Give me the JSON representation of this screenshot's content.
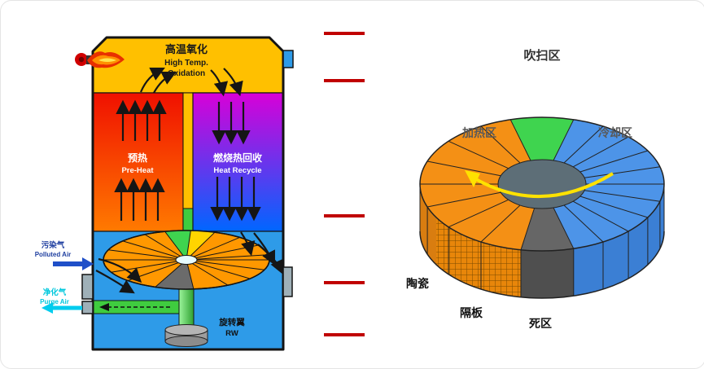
{
  "left_diagram": {
    "oxidation": {
      "cn": "高温氧化",
      "en1": "High Temp.",
      "en2": "Oxidation"
    },
    "preheat": {
      "cn": "预热",
      "en": "Pre-Heat"
    },
    "recycle": {
      "cn": "燃烧热回收",
      "en": "Heat Recycle"
    },
    "rotor": {
      "cn": "旋转翼",
      "en": "RW"
    },
    "inlet": {
      "cn": "污染气",
      "en": "Polluted Air"
    },
    "outlet": {
      "cn": "净化气",
      "en": "Purge Air"
    }
  },
  "right_diagram": {
    "purge_zone": "吹扫区",
    "heating_zone": "加热区",
    "cooling_zone": "冷却区",
    "ceramic": "陶瓷",
    "partition": "隔板",
    "dead_zone": "死区"
  },
  "colors": {
    "oxidation_yellow": "#FFC000",
    "preheat_red_top": "#F01000",
    "preheat_orange_bottom": "#FF7A00",
    "recycle_purple_top": "#D800D8",
    "recycle_blue_bottom": "#0066FF",
    "chamber_blue": "#2E9BE8",
    "rotor_orange": "#FF9800",
    "purge_green": "#3FD44F",
    "dead_gray": "#666666",
    "heating_orange": "#F49015",
    "cooling_blue": "#4D94E8",
    "marker_red": "#C00000",
    "inlet_blue": "#1F4FC8",
    "outlet_cyan": "#00CCEE",
    "rotation_arrow_yellow": "#FFE200"
  }
}
